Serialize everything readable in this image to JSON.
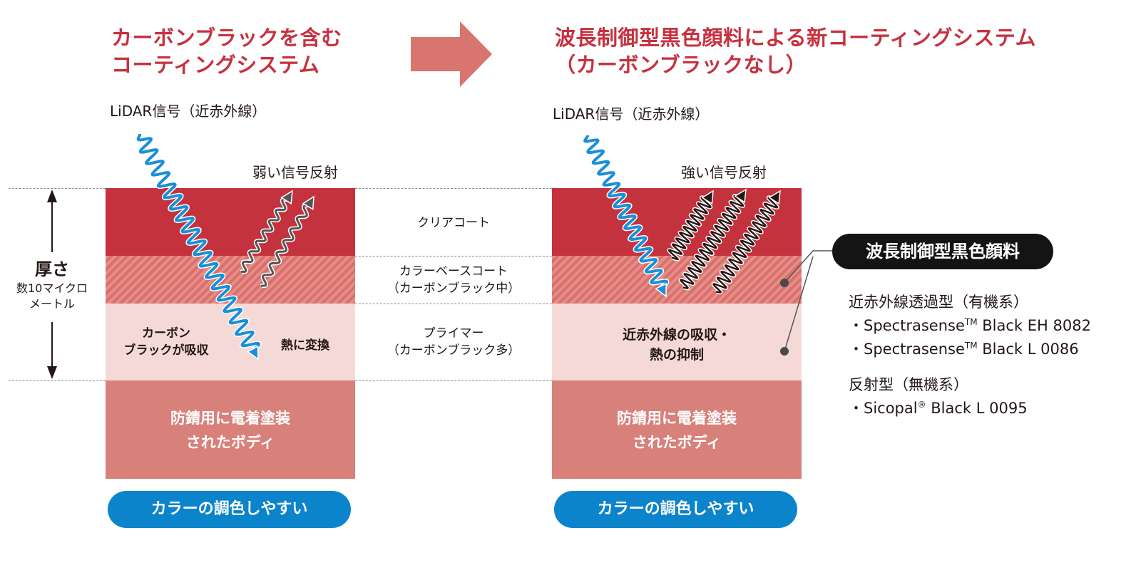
{
  "left": {
    "title_line1": "カーボンブラックを含む",
    "title_line2": "コーティングシステム",
    "lidar_label": "LiDAR信号（近赤外線）",
    "reflection_label": "弱い信号反射",
    "absorb_line1": "カーボン",
    "absorb_line2": "ブラックが吸収",
    "heat_label": "熱に変換",
    "body_line1": "防錆用に電着塗装",
    "body_line2": "されたボディ",
    "pill_label": "カラーの調色しやすい"
  },
  "thickness": {
    "label": "厚さ",
    "sub_line1": "数10マイクロ",
    "sub_line2": "メートル"
  },
  "middle": {
    "clear_coat": "クリアコート",
    "base_coat_line1": "カラーベースコート",
    "base_coat_line2": "（カーボンブラック中）",
    "primer_line1": "プライマー",
    "primer_line2": "（カーボンブラック多）"
  },
  "right": {
    "title_line1": "波長制御型黒色顔料による新コーティングシステム",
    "title_line2": "（カーボンブラックなし）",
    "lidar_label": "LiDAR信号（近赤外線）",
    "reflection_label": "強い信号反射",
    "primer_line1": "近赤外線の吸収・",
    "primer_line2": "熱の抑制",
    "body_line1": "防錆用に電着塗装",
    "body_line2": "されたボディ",
    "pill_label": "カラーの調色しやすい"
  },
  "pigment": {
    "badge": "波長制御型黒色顔料",
    "group1_title": "近赤外線透過型（有機系）",
    "group1_items": [
      {
        "prefix": "・Spectrasense",
        "mark": "TM",
        "suffix": " Black EH 8082"
      },
      {
        "prefix": "・Spectrasense",
        "mark": "TM",
        "suffix": " Black L 0086"
      }
    ],
    "group2_title": "反射型（無機系）",
    "group2_items": [
      {
        "prefix": "・Sicopal",
        "mark": "®",
        "suffix": " Black L 0095"
      }
    ]
  },
  "colors": {
    "title_red": "#c7313f",
    "clear_coat": "#c4323e",
    "base_coat": "#e07c78",
    "primer": "#f5d9d6",
    "body": "#d8807a",
    "signal_blue": "#1a8fd8",
    "pill_blue": "#0c84cc",
    "arrow_salmon": "#d9756f"
  },
  "icons": {
    "transition_arrow": "right-arrow-icon",
    "incoming_signal": "wavy-arrow-icon",
    "reflected_signal": "wavy-arrow-icon"
  }
}
